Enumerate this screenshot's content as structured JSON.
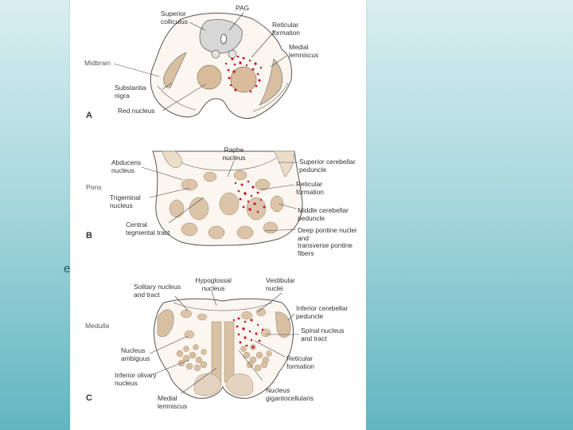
{
  "stray_glyph": "e",
  "panels": {
    "a": {
      "letter": "A",
      "region": "Midbrain",
      "labels": {
        "superior_colliculus": "Superior\ncolliculus",
        "pag": "PAG",
        "reticular_formation": "Reticular\nformation",
        "medial_lemniscus": "Medial\nlemniscus",
        "substantia_nigra": "Substantia\nnigra",
        "red_nucleus": "Red nucleus"
      }
    },
    "b": {
      "letter": "B",
      "region": "Pons",
      "labels": {
        "raphe_nucleus": "Raphe\nnucleus",
        "abducens_nucleus": "Abducens\nnucleus",
        "superior_cerebellar_peduncle": "Superior cerebellar\npeduncle",
        "reticular_formation": "Reticular\nformation",
        "trigeminal_nucleus": "Trigeminal\nnucleus",
        "middle_cerebellar_peduncle": "Middle cerebellar\npeduncle",
        "central_tegmental_tract": "Central\ntegmental tract",
        "deep_pontine": "Deep pontine nuclei and\ntransverse pontine fibers"
      }
    },
    "c": {
      "letter": "C",
      "region": "Medulla",
      "labels": {
        "solitary_nucleus": "Solitary nucleus\nand tract",
        "hypoglossal_nucleus": "Hypoglossal\nnucleus",
        "vestibular_nuclei": "Vestibular\nnuclei",
        "inferior_cerebellar_peduncle": "Inferior cerebellar\npeduncle",
        "spinal_nucleus": "Spinal nucleus\nand tract",
        "nucleus_ambiguus": "Nucleus\nambiguus",
        "reticular_formation": "Reticular\nformation",
        "inferior_olivary_nucleus": "Inferior olivary\nnucleus",
        "nucleus_gigantocellularis": "Nucleus\ngigantocellularis",
        "medial_lemniscus": "Medial\nlemniscus"
      }
    }
  }
}
